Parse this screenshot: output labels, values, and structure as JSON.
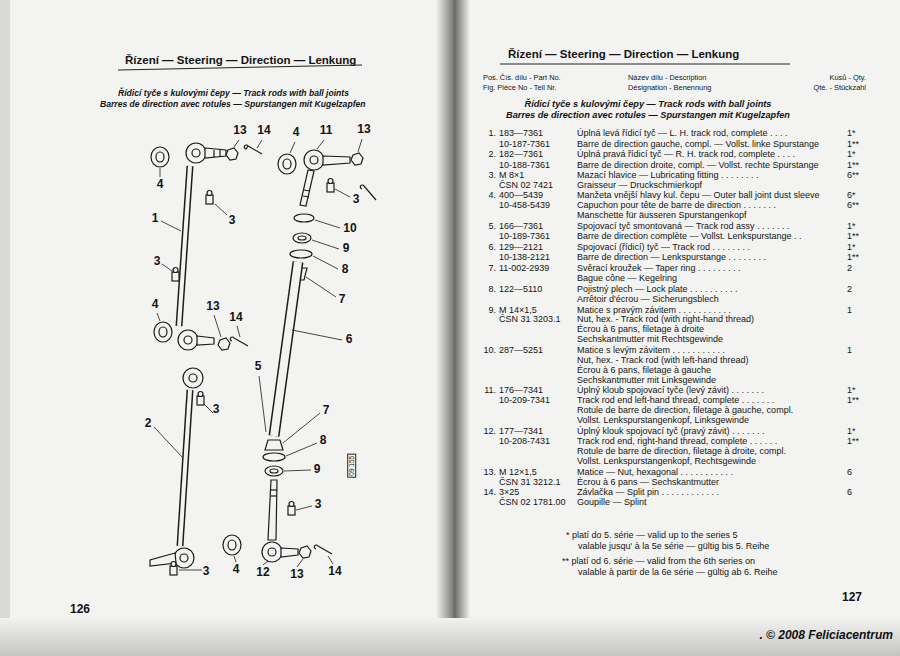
{
  "diagram": {
    "title": "Řízení — Steering — Direction — Lenkung",
    "labels": [
      "Řídicí tyče s kulovými čepy — Track rods with ball joints",
      "Barres de direction avec rotules — Spurstangen mit Kugelzapfen",
      "13",
      "14",
      "4",
      "11",
      "13",
      "4",
      "3",
      "3",
      "1",
      "10",
      "9",
      "8",
      "3",
      "7",
      "4",
      "13",
      "14",
      "6",
      "5",
      "2",
      "3",
      "7",
      "8",
      "9",
      "3",
      "4",
      "3",
      "12",
      "13",
      "14",
      "09 155",
      "126",
      "Řízení — Steering — Direction — Lenkung",
      "Pos. Čís. dílu - Part No.",
      "Fig. Pièce No - Teil Nr.",
      "Název dílu - Description",
      "Désignation - Benennung",
      "Kusů - Qty.",
      "Qté. - Stückzahl",
      "Řídicí tyče s kulovými čepy — Track rods with ball joints",
      "Barres de direction avec rotules — Spurstangen mit Kugelzapfen",
      "1.",
      "183—7361",
      "Úplná levá řídicí tyč — L. H. track rod, complete . . . .",
      "1*",
      "10-187-7361",
      "Barre de direction gauche, compl. — Vollst. linke Spurstange",
      "1**",
      "2.",
      "182—7361",
      "Úplná pravá řídicí tyč — R. H. track rod, complete . . . .",
      "1*",
      "10-188-7361",
      "Barre de direction droite, compl. — Vollst. rechte Spurstange",
      "1**",
      "3.",
      "M 8×1",
      "Mazací hlavice — Lubricating fitting . . . . . . . .",
      "6**",
      "ČSN 02 7421",
      "Graisseur — Druckschmierkopf",
      "4.",
      "400—5439",
      "Manžeta vnější hlavy kul. čepu — Outer ball joint dust sleeve",
      "6*",
      "10-458-5439",
      "Capuchon pour tête de barre de direction . . . . . . .",
      "6**",
      "Manschette für äusseren Spurstangenkopf",
      "5.",
      "166—7361",
      "Spojovací tyč smontovaná — Track rod assy . . . . . . .",
      "1*",
      "10-189-7361",
      "Barre de direction complète — Vollst. Lenkspurstange . .",
      "1**",
      "6.",
      "129—2121",
      "Spojovací (řídicí) tyč — Track rod . . . . . . . .",
      "1*",
      "10-138-2121",
      "Barre de direction — Lenkspurstange . . . . . . . .",
      "1**",
      "7.",
      "11-002-2939",
      "Svěrací kroužek — Taper ring . . . . . . . . .",
      "2",
      "Bague cône — Kegelring",
      "8.",
      "122—5110",
      "Pojistný plech — Lock plate . . . . . . . . . .",
      "2",
      "Arrêtoir d'écrou — Sicherungsblech",
      "9.",
      "M 14×1,5",
      "Matice s pravým závitem . . . . . . . . . . .",
      "1",
      "ČSN 31 3203.1",
      "Nut, hex. - Track rod (with right-hand thread)",
      "Écrou à 6 pans, filetage à droite",
      "Sechskantmutter mit Rechtsgewinde",
      "10.",
      "287—5251",
      "Matice s levým závitem . . . . . . . . . . .",
      "1",
      "Nut, hex. - Track rod (with left-hand thread)",
      "Écrou à 6 pans, filetage à gauche",
      "Sechskantmutter mit Linksgewinde",
      "11.",
      "176—7341",
      "Úplný kloub spojovací tyče (levý závit) . . . . . . .",
      "1*",
      "10-209-7341",
      "Track rod end left-hand thread, complete . . . . . . .",
      "1**",
      "Rotule de barre de direction, filetage à gauche, compl.",
      "Vollst. Lenkspurstangenkopf, Linksgewinde",
      "12.",
      "177—7341",
      "Úplný klouk spojovací tyč (pravý závit) . . . . . . .",
      "1*",
      "10-208-7431",
      "Track rod end, right-hand thread, complete . . . . . .",
      "1**",
      "Rotule de barre de direction, filetage à droite, compl.",
      "Vollst. Lenkspurstangenkopf, Rechtsgewinde",
      "13.",
      "M 12×1,5",
      "Matice — Nut, hexagonal . . . . . . . . . . .",
      "6",
      "ČSN 31 3212.1",
      "Écrou à 6 pans — Sechskantmutter",
      "14.",
      "3×25",
      "Závlačka — Split pin . . . . . . . . . . . .",
      "6",
      "ČSN 02 1781.00",
      "Goupille — Splint",
      "* platí do 5. série — valid up to the series 5",
      "valable jusqu' à la 5e série — gültig bis 5. Reihe",
      "** platí od 6. série — valid from the 6th series on",
      "valable à partir de la 6e série — gültig ab 6. Reihe",
      "127",
      ". © 2008 Feliciacentrum"
    ]
  }
}
